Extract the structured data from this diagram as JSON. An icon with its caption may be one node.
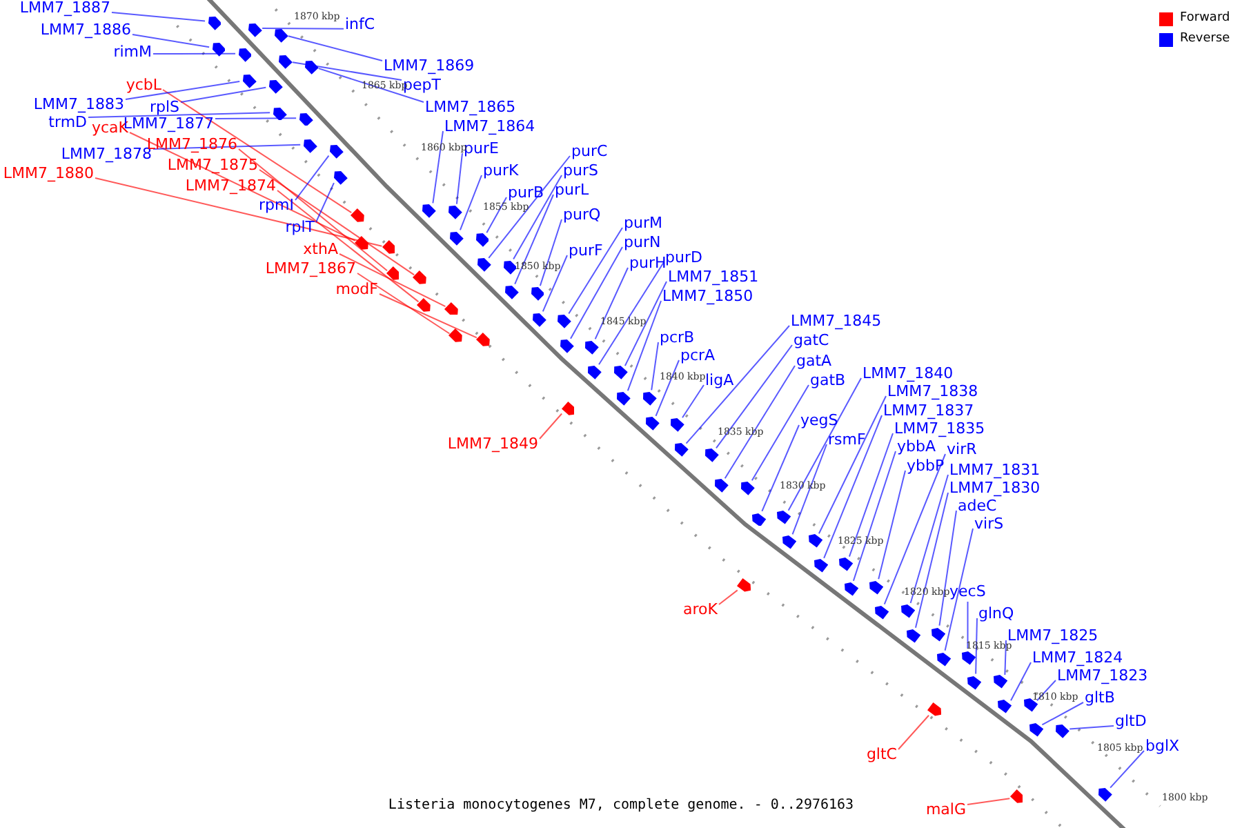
{
  "diagram": {
    "caption": "Listeria monocytogenes M7, complete genome. - 0..2976163",
    "nodes": [
      {
        "text": [
          "LMM7_1887"
        ]
      },
      {
        "text": [
          "LMM7_1886"
        ]
      },
      {
        "text": [
          "rimM"
        ]
      },
      {
        "text": [
          "ycbL"
        ]
      },
      {
        "text": [
          "LMM7_1883"
        ]
      },
      {
        "text": [
          "trmD"
        ]
      },
      {
        "text": [
          "rplS"
        ]
      },
      {
        "text": [
          "ycaK"
        ]
      },
      {
        "text": [
          "LMM7_1877"
        ]
      },
      {
        "text": [
          "LMM7_1878"
        ]
      },
      {
        "text": [
          "LMM7_1880"
        ]
      },
      {
        "text": [
          "LMM7_1876"
        ]
      },
      {
        "text": [
          "LMM7_1875"
        ]
      },
      {
        "text": [
          "LMM7_1874"
        ]
      },
      {
        "text": [
          "rpmI"
        ]
      },
      {
        "text": [
          "rplT"
        ]
      },
      {
        "text": [
          "xthA"
        ]
      },
      {
        "text": [
          "LMM7_1867"
        ]
      },
      {
        "text": [
          "modF"
        ]
      },
      {
        "text": [
          "infC"
        ]
      },
      {
        "text": [
          "LMM7_1869"
        ]
      },
      {
        "text": [
          "pepT"
        ]
      },
      {
        "text": [
          "LMM7_1865"
        ]
      },
      {
        "text": [
          "LMM7_1864"
        ]
      },
      {
        "text": [
          "purE"
        ]
      },
      {
        "text": [
          "purK"
        ]
      },
      {
        "text": [
          "purB"
        ]
      },
      {
        "text": [
          "purC"
        ]
      },
      {
        "text": [
          "purS"
        ]
      },
      {
        "text": [
          "purL"
        ]
      },
      {
        "text": [
          "purQ"
        ]
      },
      {
        "text": [
          "purF"
        ]
      },
      {
        "text": [
          "purM"
        ]
      },
      {
        "text": [
          "purN"
        ]
      },
      {
        "text": [
          "purH"
        ]
      },
      {
        "text": [
          "purD"
        ]
      },
      {
        "text": [
          "LMM7_1851"
        ]
      },
      {
        "text": [
          "LMM7_1850"
        ]
      },
      {
        "text": [
          "pcrB"
        ]
      },
      {
        "text": [
          "pcrA"
        ]
      },
      {
        "text": [
          "ligA"
        ]
      },
      {
        "text": [
          "LMM7_1845"
        ]
      },
      {
        "text": [
          "gatC"
        ]
      },
      {
        "text": [
          "gatA"
        ]
      },
      {
        "text": [
          "gatB"
        ]
      },
      {
        "text": [
          "LMM7_1840"
        ]
      },
      {
        "text": [
          "yegS"
        ]
      },
      {
        "text": [
          "rsmF"
        ]
      },
      {
        "text": [
          "LMM7_1838"
        ]
      },
      {
        "text": [
          "LMM7_1837"
        ]
      },
      {
        "text": [
          "LMM7_1835"
        ]
      },
      {
        "text": [
          "ybbA"
        ]
      },
      {
        "text": [
          "ybbP"
        ]
      },
      {
        "text": [
          "virR"
        ]
      },
      {
        "text": [
          "LMM7_1831"
        ]
      },
      {
        "text": [
          "LMM7_1830"
        ]
      },
      {
        "text": [
          "adeC"
        ]
      },
      {
        "text": [
          "virS"
        ]
      },
      {
        "text": [
          "yecS"
        ]
      },
      {
        "text": [
          "glnQ"
        ]
      },
      {
        "text": [
          "LMM7_1825"
        ]
      },
      {
        "text": [
          "LMM7_1824"
        ]
      },
      {
        "text": [
          "LMM7_1823"
        ]
      },
      {
        "text": [
          "gltB"
        ]
      },
      {
        "text": [
          "gltD"
        ]
      },
      {
        "text": [
          "bglX"
        ]
      },
      {
        "text": [
          "LMM7_1849"
        ]
      },
      {
        "text": [
          "aroK"
        ]
      },
      {
        "text": [
          "gltC"
        ]
      },
      {
        "text": [
          "malG"
        ]
      },
      {
        "text": [],
        "shape": "arrow"
      },
      {
        "text": [],
        "shape": "arrow"
      },
      {
        "text": [],
        "shape": "arrow"
      },
      {
        "text": [],
        "shape": "arrow"
      },
      {
        "text": [],
        "shape": "arrow"
      },
      {
        "text": [],
        "shape": "arrow"
      },
      {
        "text": [],
        "shape": "arrow"
      },
      {
        "text": [],
        "shape": "arrow"
      },
      {
        "text": [],
        "shape": "arrow"
      },
      {
        "text": [],
        "shape": "arrow"
      },
      {
        "text": [],
        "shape": "arrow"
      },
      {
        "text": [],
        "shape": "arrow"
      },
      {
        "text": [],
        "shape": "arrow"
      },
      {
        "text": [],
        "shape": "arrow"
      },
      {
        "text": [],
        "shape": "arrow"
      },
      {
        "text": [],
        "shape": "arrow"
      },
      {
        "text": [],
        "shape": "arrow"
      },
      {
        "text": [],
        "shape": "arrow"
      },
      {
        "text": [],
        "shape": "arrow"
      },
      {
        "text": [],
        "shape": "arrow"
      },
      {
        "text": [],
        "shape": "arrow"
      },
      {
        "text": [],
        "shape": "arrow"
      },
      {
        "text": [],
        "shape": "arrow"
      },
      {
        "text": [],
        "shape": "arrow"
      },
      {
        "text": [],
        "shape": "arrow"
      },
      {
        "text": [],
        "shape": "arrow"
      },
      {
        "text": [],
        "shape": "arrow"
      },
      {
        "text": [],
        "shape": "arrow"
      },
      {
        "text": [],
        "shape": "arrow"
      },
      {
        "text": [],
        "shape": "arrow"
      },
      {
        "text": [],
        "shape": "arrow"
      },
      {
        "text": [],
        "shape": "arrow"
      },
      {
        "text": [],
        "shape": "arrow"
      },
      {
        "text": [],
        "shape": "arrow"
      },
      {
        "text": [],
        "shape": "arrow"
      },
      {
        "text": [],
        "shape": "arrow"
      },
      {
        "text": [],
        "shape": "arrow"
      },
      {
        "text": [],
        "shape": "arrow"
      },
      {
        "text": [],
        "shape": "arrow"
      },
      {
        "text": [],
        "shape": "arrow"
      },
      {
        "text": [],
        "shape": "arrow"
      },
      {
        "text": [],
        "shape": "arrow"
      },
      {
        "text": [],
        "shape": "arrow"
      },
      {
        "text": [],
        "shape": "arrow"
      },
      {
        "text": [],
        "shape": "arrow"
      },
      {
        "text": [],
        "shape": "arrow"
      },
      {
        "text": [],
        "shape": "arrow"
      },
      {
        "text": [],
        "shape": "arrow"
      },
      {
        "text": [],
        "shape": "arrow"
      },
      {
        "text": [],
        "shape": "arrow"
      },
      {
        "text": [],
        "shape": "arrow"
      },
      {
        "text": [],
        "shape": "arrow"
      },
      {
        "text": [],
        "shape": "arrow"
      },
      {
        "text": [],
        "shape": "arrow"
      },
      {
        "text": [],
        "shape": "arrow"
      },
      {
        "text": [],
        "shape": "arrow"
      },
      {
        "text": [],
        "shape": "arrow"
      },
      {
        "text": [],
        "shape": "arrow"
      },
      {
        "text": [],
        "shape": "arrow"
      },
      {
        "text": [],
        "shape": "arrow"
      },
      {
        "text": [],
        "shape": "arrow"
      },
      {
        "text": [],
        "shape": "arrow"
      },
      {
        "text": [],
        "shape": "arrow"
      },
      {
        "text": [],
        "shape": "arrow"
      },
      {
        "text": [],
        "shape": "arrow"
      },
      {
        "text": [],
        "shape": "arrow"
      },
      {
        "text": [],
        "shape": "arrow"
      },
      {
        "text": [],
        "shape": "arrow"
      },
      {
        "text": [],
        "shape": "arrow"
      },
      {
        "text": [],
        "shape": "arrow"
      }
    ],
    "edges": [
      {
        "from": 0,
        "to": 70,
        "arrow": "none"
      },
      {
        "from": 1,
        "to": 71,
        "arrow": "none"
      },
      {
        "from": 2,
        "to": 72,
        "arrow": "none"
      },
      {
        "from": 3,
        "to": 73,
        "arrow": "none",
        "color": "#ff0000"
      },
      {
        "from": 4,
        "to": 74,
        "arrow": "none"
      },
      {
        "from": 5,
        "to": 75,
        "arrow": "none"
      },
      {
        "from": 6,
        "to": 76,
        "arrow": "none"
      },
      {
        "from": 7,
        "to": 77,
        "arrow": "none",
        "color": "#ff0000"
      },
      {
        "from": 8,
        "to": 78,
        "arrow": "none"
      },
      {
        "from": 9,
        "to": 79,
        "arrow": "none"
      },
      {
        "from": 10,
        "to": 80,
        "arrow": "none",
        "color": "#ff0000"
      },
      {
        "from": 11,
        "to": 81,
        "arrow": "none",
        "color": "#ff0000"
      },
      {
        "from": 12,
        "to": 82,
        "arrow": "none",
        "color": "#ff0000"
      },
      {
        "from": 13,
        "to": 83,
        "arrow": "none",
        "color": "#ff0000"
      },
      {
        "from": 14,
        "to": 84,
        "arrow": "none"
      },
      {
        "from": 15,
        "to": 85,
        "arrow": "none"
      },
      {
        "from": 16,
        "to": 86,
        "arrow": "none",
        "color": "#ff0000"
      },
      {
        "from": 17,
        "to": 87,
        "arrow": "none",
        "color": "#ff0000"
      },
      {
        "from": 18,
        "to": 88,
        "arrow": "none",
        "color": "#ff0000"
      },
      {
        "from": 19,
        "to": 89,
        "arrow": "none"
      },
      {
        "from": 20,
        "to": 90,
        "arrow": "none"
      },
      {
        "from": 21,
        "to": 91,
        "arrow": "none"
      },
      {
        "from": 22,
        "to": 92,
        "arrow": "none"
      },
      {
        "from": 23,
        "to": 93,
        "arrow": "none"
      },
      {
        "from": 24,
        "to": 94,
        "arrow": "none"
      },
      {
        "from": 25,
        "to": 95,
        "arrow": "none"
      },
      {
        "from": 26,
        "to": 96,
        "arrow": "none"
      },
      {
        "from": 27,
        "to": 97,
        "arrow": "none"
      },
      {
        "from": 28,
        "to": 98,
        "arrow": "none"
      },
      {
        "from": 29,
        "to": 99,
        "arrow": "none"
      },
      {
        "from": 30,
        "to": 100,
        "arrow": "none"
      },
      {
        "from": 31,
        "to": 101,
        "arrow": "none"
      },
      {
        "from": 32,
        "to": 102,
        "arrow": "none"
      },
      {
        "from": 33,
        "to": 103,
        "arrow": "none"
      },
      {
        "from": 34,
        "to": 104,
        "arrow": "none"
      },
      {
        "from": 35,
        "to": 105,
        "arrow": "none"
      },
      {
        "from": 36,
        "to": 106,
        "arrow": "none"
      },
      {
        "from": 37,
        "to": 107,
        "arrow": "none"
      },
      {
        "from": 38,
        "to": 108,
        "arrow": "none"
      },
      {
        "from": 39,
        "to": 109,
        "arrow": "none"
      },
      {
        "from": 40,
        "to": 110,
        "arrow": "none"
      },
      {
        "from": 41,
        "to": 111,
        "arrow": "none"
      },
      {
        "from": 42,
        "to": 112,
        "arrow": "none"
      },
      {
        "from": 43,
        "to": 113,
        "arrow": "none"
      },
      {
        "from": 44,
        "to": 114,
        "arrow": "none"
      },
      {
        "from": 45,
        "to": 115,
        "arrow": "none"
      },
      {
        "from": 46,
        "to": 116,
        "arrow": "none"
      },
      {
        "from": 47,
        "to": 117,
        "arrow": "none"
      },
      {
        "from": 48,
        "to": 118,
        "arrow": "none"
      },
      {
        "from": 49,
        "to": 119,
        "arrow": "none"
      },
      {
        "from": 50,
        "to": 120,
        "arrow": "none"
      },
      {
        "from": 51,
        "to": 121,
        "arrow": "none"
      },
      {
        "from": 52,
        "to": 122,
        "arrow": "none"
      },
      {
        "from": 53,
        "to": 123,
        "arrow": "none"
      },
      {
        "from": 54,
        "to": 124,
        "arrow": "none"
      },
      {
        "from": 55,
        "to": 125,
        "arrow": "none"
      },
      {
        "from": 56,
        "to": 126,
        "arrow": "none"
      },
      {
        "from": 57,
        "to": 127,
        "arrow": "none"
      },
      {
        "from": 58,
        "to": 128,
        "arrow": "none"
      },
      {
        "from": 59,
        "to": 129,
        "arrow": "none"
      },
      {
        "from": 60,
        "to": 130,
        "arrow": "none"
      },
      {
        "from": 61,
        "to": 131,
        "arrow": "none"
      },
      {
        "from": 62,
        "to": 132,
        "arrow": "none"
      },
      {
        "from": 63,
        "to": 133,
        "arrow": "none"
      },
      {
        "from": 64,
        "to": 134,
        "arrow": "none"
      },
      {
        "from": 65,
        "to": 135,
        "arrow": "none"
      },
      {
        "from": 66,
        "to": 136,
        "arrow": "none",
        "color": "#ff0000"
      },
      {
        "from": 67,
        "to": 137,
        "arrow": "none",
        "color": "#ff0000"
      },
      {
        "from": 68,
        "to": 138,
        "arrow": "none",
        "color": "#ff0000"
      },
      {
        "from": 69,
        "to": 139,
        "arrow": "none",
        "color": "#ff0000"
      }
    ],
    "labels": [
      "1870 kbp",
      "1865 kbp",
      "1860 kbp",
      "1855 kbp",
      "1850 kbp",
      "1845 kbp",
      "1840 kbp",
      "1835 kbp",
      "1830 kbp",
      "1825 kbp",
      "1820 kbp",
      "1815 kbp",
      "1810 kbp",
      "1805 kbp",
      "1800 kbp"
    ],
    "legend": [
      {
        "text": "Forward",
        "color": "#ff0000"
      },
      {
        "text": "Reverse",
        "color": "#0000ff"
      }
    ]
  }
}
